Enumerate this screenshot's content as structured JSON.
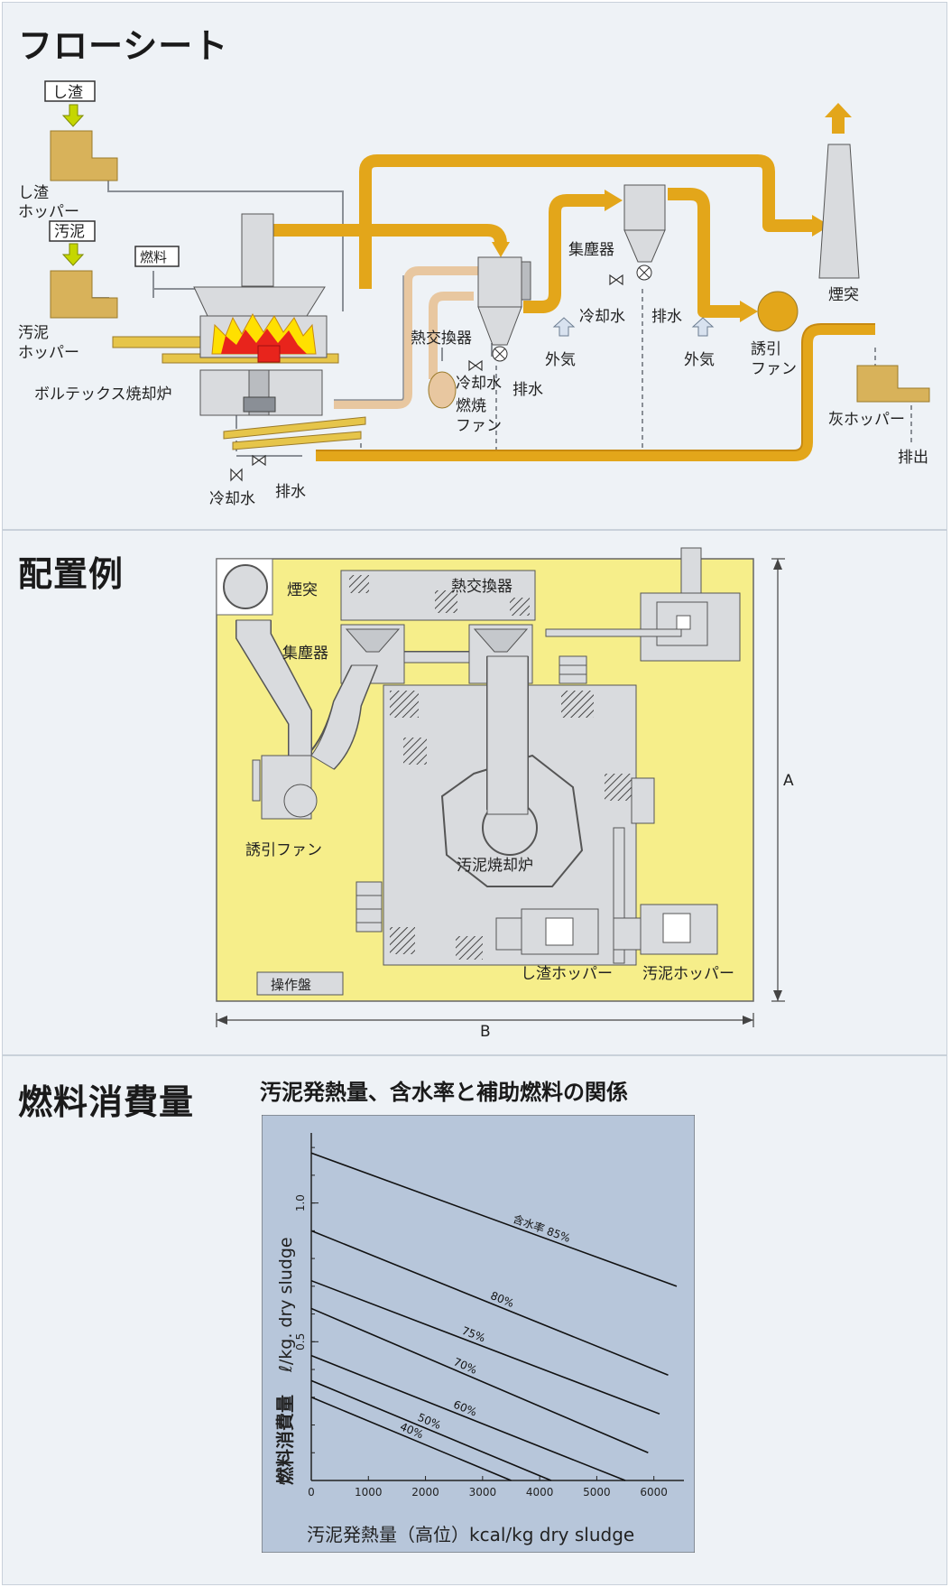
{
  "flow": {
    "title": "フローシート",
    "labels": {
      "shisa_box": "し渣",
      "shisa_hopper_1": "し渣",
      "shisa_hopper_2": "ホッパー",
      "odei_box": "汚泥",
      "odei_hopper_1": "汚泥",
      "odei_hopper_2": "ホッパー",
      "fuel": "燃料",
      "vortex": "ボルテックス焼却炉",
      "heat_exchanger": "熱交換器",
      "cooling_water_he": "冷却水",
      "drain_he": "排水",
      "burner_fan_1": "燃焼",
      "burner_fan_2": "ファン",
      "outside_air_1": "外気",
      "dust_collector": "集塵器",
      "cooling_water_dc": "冷却水",
      "drain_dc": "排水",
      "outside_air_2": "外気",
      "induced_fan_1": "誘引",
      "induced_fan_2": "ファン",
      "chimney": "煙突",
      "ash_hopper": "灰ホッパー",
      "discharge": "排出",
      "cooling_water_bottom": "冷却水",
      "drain_bottom": "排水"
    }
  },
  "layout": {
    "title": "配置例",
    "labels": {
      "chimney": "煙突",
      "heat_exchanger": "熱交換器",
      "dust_collector": "集塵器",
      "induced_fan": "誘引ファン",
      "incinerator": "汚泥焼却炉",
      "shisa_hopper": "し渣ホッパー",
      "odei_hopper": "汚泥ホッパー",
      "control_panel": "操作盤",
      "dim_a": "A",
      "dim_b": "B"
    }
  },
  "fuel": {
    "title": "燃料消費量",
    "chart_title": "汚泥発熱量、含水率と補助燃料の関係"
  },
  "chart_data": {
    "type": "line",
    "title": "汚泥発熱量、含水率と補助燃料の関係",
    "xlabel": "汚泥発熱量（高位）kcal/kg dry sludge",
    "ylabel_jp": "燃料消費量",
    "ylabel_unit": "ℓ/kg. dry sludge",
    "xlim": [
      0,
      6400
    ],
    "ylim": [
      0,
      1.22
    ],
    "xticks": [
      "0",
      "1000",
      "2000",
      "3000",
      "4000",
      "5000",
      "6000"
    ],
    "yticks": [
      "0.5",
      "1.0"
    ],
    "series_prefix": "含水率",
    "series": [
      {
        "name": "85%",
        "x": [
          0,
          6400
        ],
        "y": [
          1.18,
          0.7
        ]
      },
      {
        "name": "80%",
        "x": [
          0,
          6250
        ],
        "y": [
          0.9,
          0.38
        ]
      },
      {
        "name": "75%",
        "x": [
          0,
          6100
        ],
        "y": [
          0.72,
          0.24
        ]
      },
      {
        "name": "70%",
        "x": [
          0,
          5900
        ],
        "y": [
          0.62,
          0.1
        ]
      },
      {
        "name": "60%",
        "x": [
          0,
          5500
        ],
        "y": [
          0.45,
          0.0
        ]
      },
      {
        "name": "50%",
        "x": [
          0,
          4200
        ],
        "y": [
          0.36,
          0.0
        ]
      },
      {
        "name": "40%",
        "x": [
          0,
          3500
        ],
        "y": [
          0.3,
          0.0
        ]
      }
    ]
  },
  "colors": {
    "flue_gas": "#e3a61a",
    "equipment": "#d9dbde",
    "hopper": "#d8b25a",
    "floor_yellow": "#f6ee8a",
    "flame_red": "#e8241c",
    "flame_yellow": "#ffe000",
    "chart_bg": "#b7c6da"
  }
}
